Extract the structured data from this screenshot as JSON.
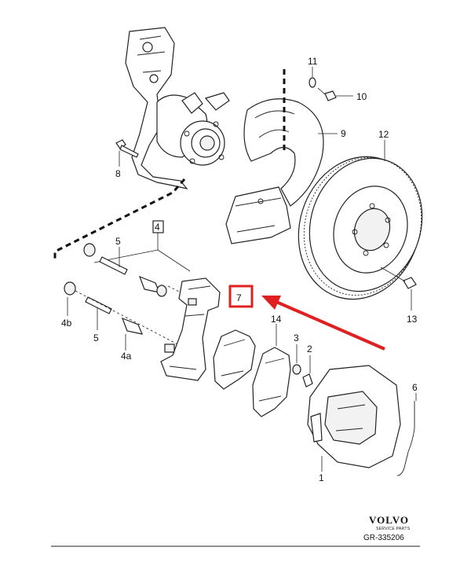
{
  "callouts": {
    "c1": "1",
    "c2": "2",
    "c3": "3",
    "c4": "4",
    "c4a": "4a",
    "c4b": "4b",
    "c5a": "5",
    "c5b": "5",
    "c6": "6",
    "c7": "7",
    "c8": "8",
    "c9": "9",
    "c10": "10",
    "c11": "11",
    "c12": "12",
    "c13": "13",
    "c14": "14"
  },
  "footer": {
    "brand": "VOLVO",
    "brand_sub": "SERVICE PARTS",
    "code": "GR-335206"
  },
  "colors": {
    "highlight": "#e02020",
    "arrow": "#e02020"
  }
}
